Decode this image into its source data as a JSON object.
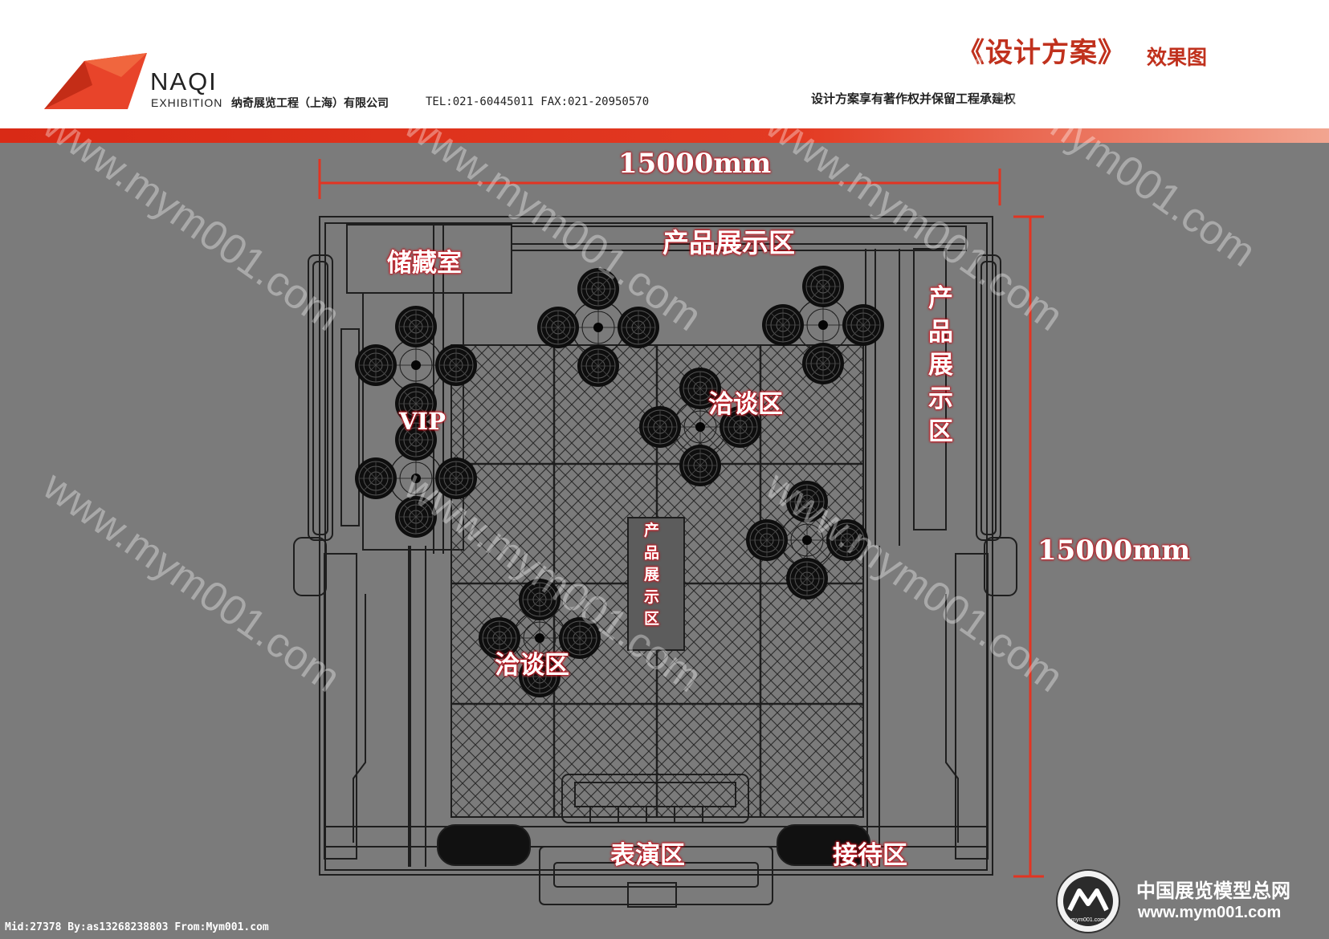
{
  "header": {
    "brand": "NAQI",
    "brand_sub": "EXHIBITION",
    "company": "纳奇展览工程（上海）有限公司",
    "contact": "TEL:021-60445011 FAX:021-20950570",
    "title_main": "《设计方案》",
    "title_sub": "效果图",
    "copyright": "设计方案享有著作权并保留工程承建权"
  },
  "dimensions": {
    "width": "15000mm",
    "depth": "15000mm"
  },
  "zones": {
    "storage": "储藏室",
    "product_top": "产品展示区",
    "product_right": [
      "产",
      "品",
      "展",
      "示",
      "区"
    ],
    "vip": "VIP",
    "negotiation_1": "洽谈区",
    "product_center": [
      "产",
      "品",
      "展",
      "示",
      "区"
    ],
    "negotiation_2": "洽谈区",
    "performance": "表演区",
    "reception": "接待区"
  },
  "footer": {
    "meta": "Mid:27378 By:as13268238803 From:Mym001.com",
    "site_cn": "中国展览模型总网",
    "site_url": "www.mym001.com",
    "site_logo_small": "mym001.com"
  },
  "watermarks": [
    "www.mym001.com",
    "www.mym001.com",
    "www.mym001.com",
    "www.mym001.com",
    "www.mym001.com",
    "www.mym001.com",
    "www.mym001.com"
  ],
  "colors": {
    "brand_red": "#d92a16",
    "label_glow": "#c8141e",
    "background": "#7b7b7b"
  }
}
